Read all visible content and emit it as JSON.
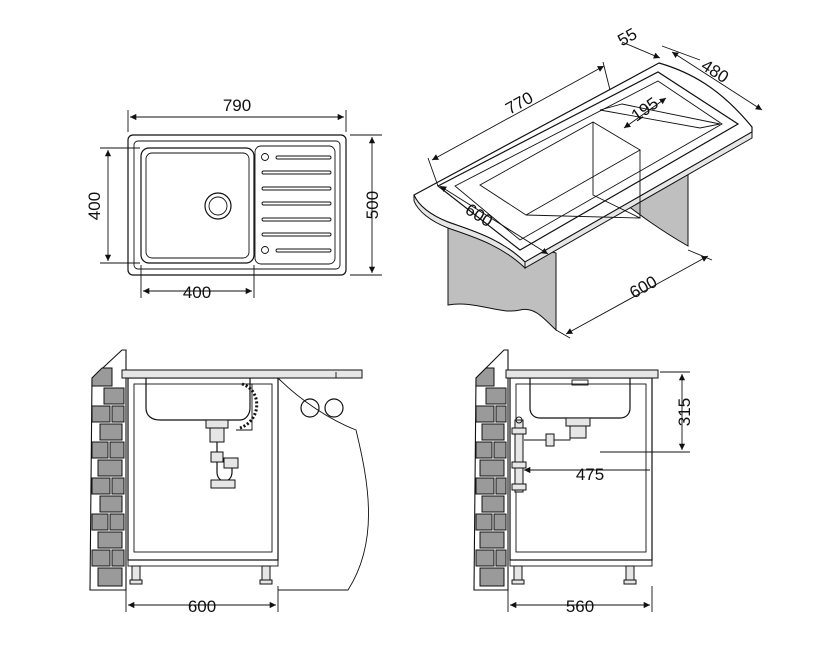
{
  "top_view": {
    "width_label": "790",
    "depth_label": "500",
    "bowl_depth_label": "400",
    "bowl_width_label": "400"
  },
  "iso_view": {
    "rim_label": "55",
    "depth_label": "480",
    "length_label": "770",
    "bowl_label": "195",
    "cabinet_depth_label": "600",
    "cabinet_width_label": "600"
  },
  "front_view": {
    "cabinet_width_label": "600"
  },
  "side_view": {
    "height_label": "315",
    "drain_offset_label": "475",
    "cabinet_depth_label": "560"
  }
}
